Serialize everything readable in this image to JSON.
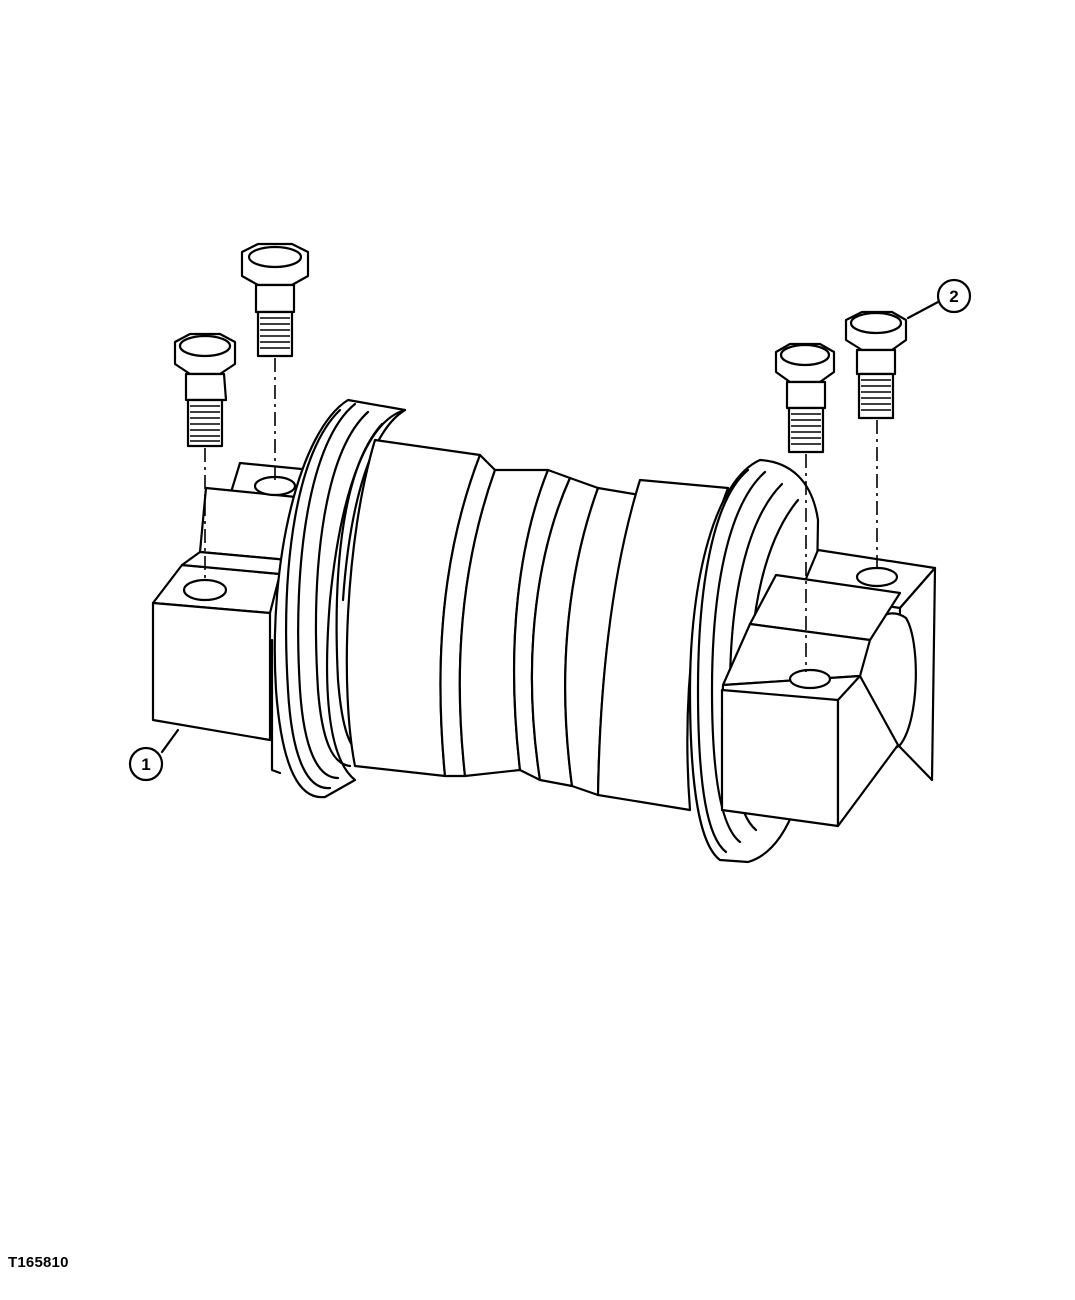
{
  "figure_id": "T165810",
  "callouts": [
    {
      "id": "callout-1",
      "label": "1"
    },
    {
      "id": "callout-2",
      "label": "2"
    }
  ],
  "colors": {
    "line": "#000000",
    "background": "#ffffff"
  }
}
